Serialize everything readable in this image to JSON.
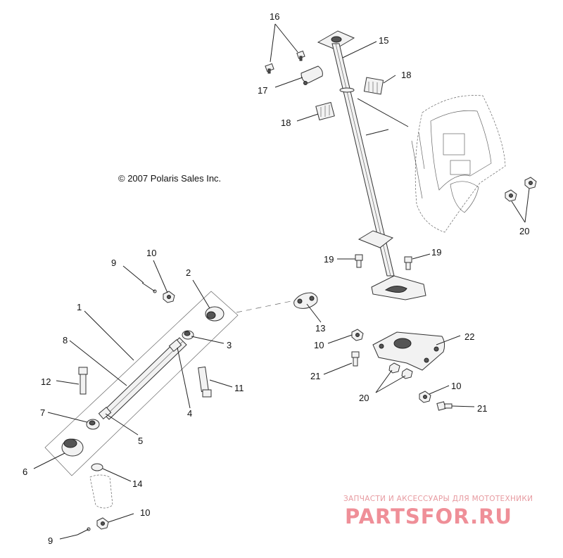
{
  "copyright": "© 2007 Polaris Sales Inc.",
  "callouts": [
    {
      "id": "c16",
      "text": "16"
    },
    {
      "id": "c15",
      "text": "15"
    },
    {
      "id": "c17",
      "text": "17"
    },
    {
      "id": "c18a",
      "text": "18"
    },
    {
      "id": "c18b",
      "text": "18"
    },
    {
      "id": "c20a",
      "text": "20"
    },
    {
      "id": "c19a",
      "text": "19"
    },
    {
      "id": "c19b",
      "text": "19"
    },
    {
      "id": "c9a",
      "text": "9"
    },
    {
      "id": "c10a",
      "text": "10"
    },
    {
      "id": "c2",
      "text": "2"
    },
    {
      "id": "c1",
      "text": "1"
    },
    {
      "id": "c13",
      "text": "13"
    },
    {
      "id": "c3",
      "text": "3"
    },
    {
      "id": "c8",
      "text": "8"
    },
    {
      "id": "c10b",
      "text": "10"
    },
    {
      "id": "c22",
      "text": "22"
    },
    {
      "id": "c12",
      "text": "12"
    },
    {
      "id": "c21a",
      "text": "21"
    },
    {
      "id": "c11",
      "text": "11"
    },
    {
      "id": "c4",
      "text": "4"
    },
    {
      "id": "c20b",
      "text": "20"
    },
    {
      "id": "c10c",
      "text": "10"
    },
    {
      "id": "c7",
      "text": "7"
    },
    {
      "id": "c21b",
      "text": "21"
    },
    {
      "id": "c5",
      "text": "5"
    },
    {
      "id": "c6",
      "text": "6"
    },
    {
      "id": "c14",
      "text": "14"
    },
    {
      "id": "c10d",
      "text": "10"
    },
    {
      "id": "c9b",
      "text": "9"
    }
  ],
  "watermark": {
    "line1": "ЗАПЧАСТИ И АКСЕССУАРЫ ДЛЯ МОТОТЕХНИКИ",
    "line2": "PARTSFOR.RU",
    "color": "#ef8f98"
  }
}
